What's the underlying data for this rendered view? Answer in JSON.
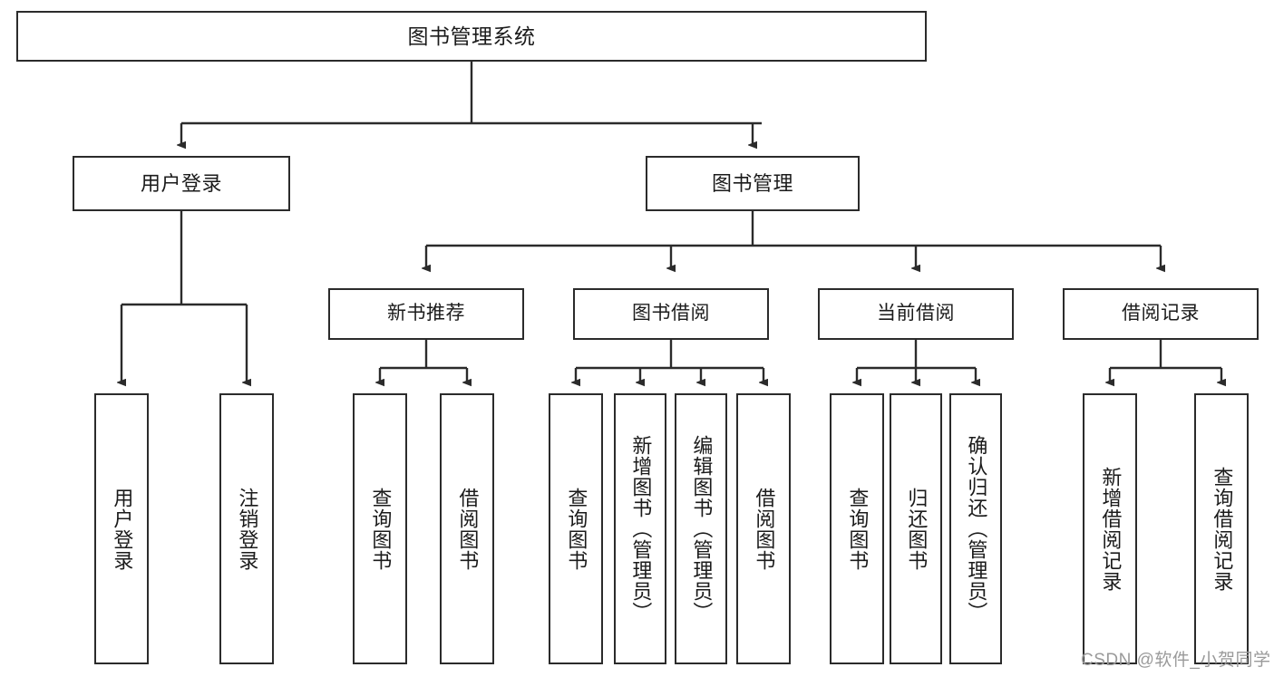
{
  "diagram": {
    "title": "图书管理系统",
    "type": "hierarchy-tree",
    "root": {
      "label": "图书管理系统"
    },
    "tier1": [
      {
        "label": "用户登录"
      },
      {
        "label": "图书管理"
      }
    ],
    "tier2": [
      {
        "label": "新书推荐"
      },
      {
        "label": "图书借阅"
      },
      {
        "label": "当前借阅"
      },
      {
        "label": "借阅记录"
      }
    ],
    "leaves": {
      "user_login": [
        {
          "label": "用户登录"
        },
        {
          "label": "注销登录"
        }
      ],
      "new_book_recommend": [
        {
          "label": "查询图书"
        },
        {
          "label": "借阅图书"
        }
      ],
      "book_borrow": [
        {
          "label": "查询图书"
        },
        {
          "label": "新增图书（管理员）"
        },
        {
          "label": "编辑图书（管理员）"
        },
        {
          "label": "借阅图书"
        }
      ],
      "current_borrow": [
        {
          "label": "查询图书"
        },
        {
          "label": "归还图书"
        },
        {
          "label": "确认归还（管理员）"
        }
      ],
      "borrow_record": [
        {
          "label": "新增借阅记录"
        },
        {
          "label": "查询借阅记录"
        }
      ]
    }
  },
  "watermark": {
    "text": "CSDN @软件_小贺同学"
  },
  "colors": {
    "stroke": "#2b2b2b",
    "box_fill": "#ffffff",
    "text": "#1b1b1b",
    "watermark": "#9a9a9a"
  }
}
